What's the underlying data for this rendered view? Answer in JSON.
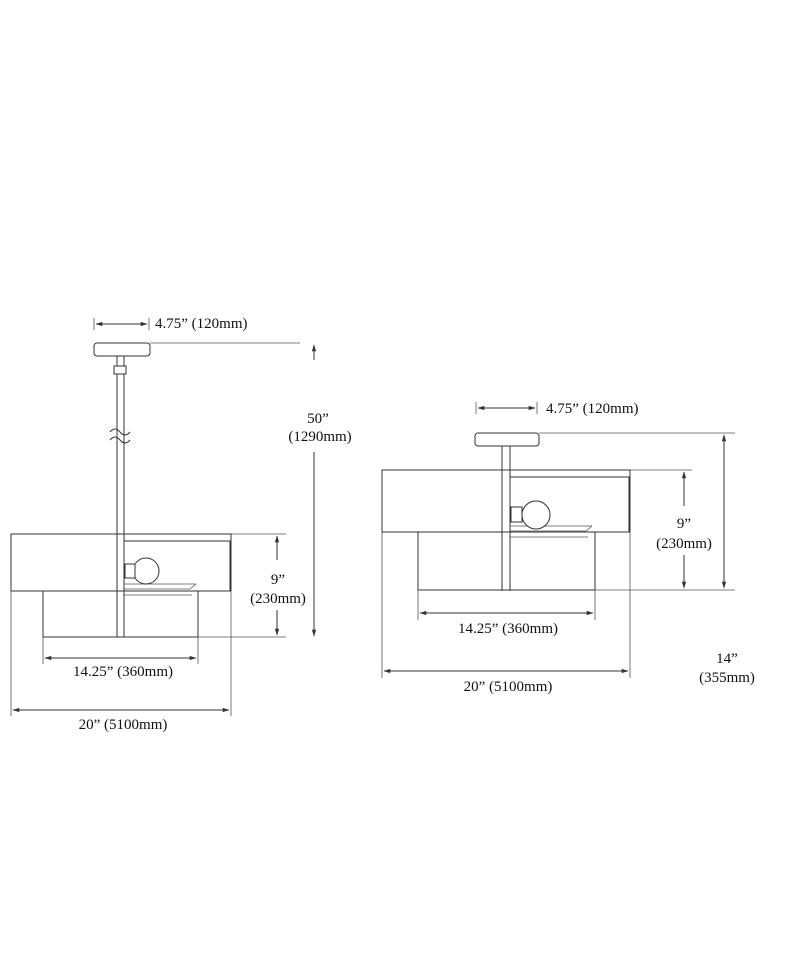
{
  "pendant": {
    "canopy_width": "4.75” (120mm)",
    "overall_height_in": "50”",
    "overall_height_mm": "(1290mm)",
    "shade_height_in": "9”",
    "shade_height_mm": "(230mm)",
    "inner_width": "14.25” (360mm)",
    "outer_width": "20” (5100mm)"
  },
  "semi_flush": {
    "canopy_width": "4.75” (120mm)",
    "shade_height_in": "9”",
    "shade_height_mm": "(230mm)",
    "inner_width": "14.25” (360mm)",
    "outer_width": "20” (5100mm)",
    "overall_height_in": "14”",
    "overall_height_mm": "(355mm)"
  }
}
